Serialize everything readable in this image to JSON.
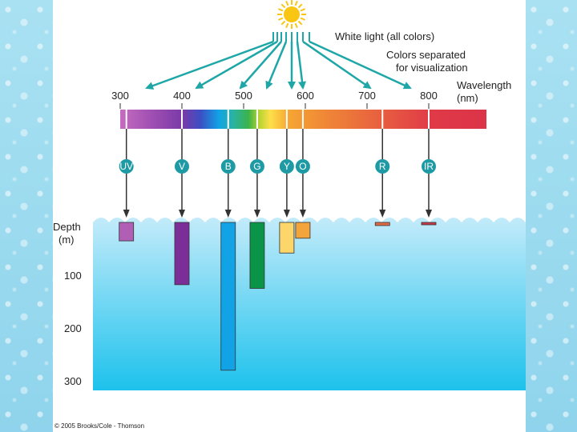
{
  "caption_white": "White light (all colors)",
  "caption_sep_1": "Colors separated",
  "caption_sep_2": "for visualization",
  "wavelength_label_1": "Wavelength",
  "wavelength_label_2": "(nm)",
  "wavelength_ticks": [
    {
      "label": "300",
      "value": 300
    },
    {
      "label": "400",
      "value": 400
    },
    {
      "label": "500",
      "value": 500
    },
    {
      "label": "600",
      "value": 600
    },
    {
      "label": "700",
      "value": 700
    },
    {
      "label": "800",
      "value": 800
    }
  ],
  "depth_label_1": "Depth",
  "depth_label_2": "(m)",
  "depth_ticks": [
    {
      "label": "100",
      "value": 100
    },
    {
      "label": "200",
      "value": 200
    },
    {
      "label": "300",
      "value": 300
    }
  ],
  "colors": [
    {
      "name": "UV",
      "wavelength": 310,
      "depth": 35,
      "color": "#b05fb4"
    },
    {
      "name": "V",
      "wavelength": 400,
      "depth": 118,
      "color": "#7b2e98"
    },
    {
      "name": "B",
      "wavelength": 475,
      "depth": 280,
      "color": "#12a3e6"
    },
    {
      "name": "G",
      "wavelength": 522,
      "depth": 125,
      "color": "#0a9448"
    },
    {
      "name": "Y",
      "wavelength": 570,
      "depth": 58,
      "color": "#fcd66a"
    },
    {
      "name": "O",
      "wavelength": 596,
      "depth": 30,
      "color": "#f3a43b"
    },
    {
      "name": "R",
      "wavelength": 725,
      "depth": 6,
      "color": "#e06a45"
    },
    {
      "name": "IR",
      "wavelength": 800,
      "depth": 3,
      "color": "#c93a4a"
    }
  ],
  "sun_color": "#f9c614",
  "arrow_color": "#1fa6a6",
  "circle_color": "#1e9aa5",
  "copyright": "© 2005 Brooks/Cole - Thomson"
}
